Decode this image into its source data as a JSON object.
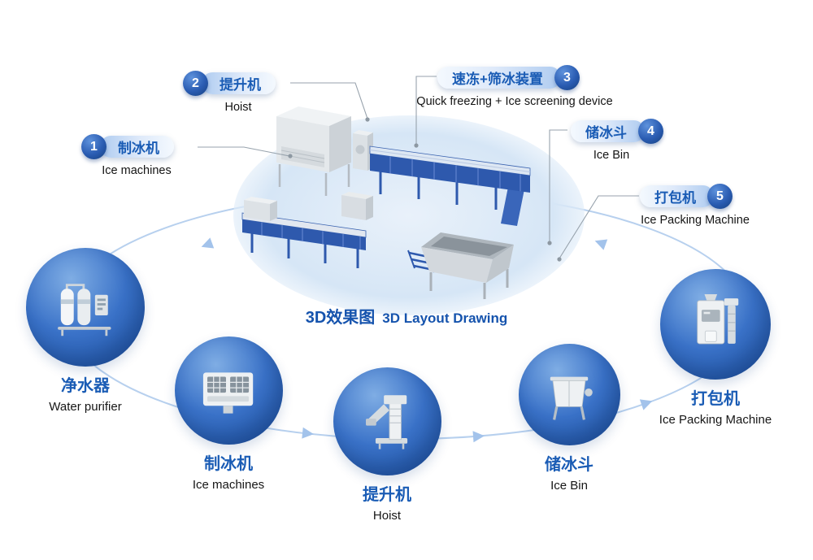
{
  "diagram": {
    "title_zh": "3D效果图",
    "title_en": "3D Layout Drawing"
  },
  "callouts": [
    {
      "num": "1",
      "zh": "制冰机",
      "en": "Ice machines"
    },
    {
      "num": "2",
      "zh": "提升机",
      "en": "Hoist"
    },
    {
      "num": "3",
      "zh": "速冻+筛冰装置",
      "en": "Quick freezing + Ice screening device"
    },
    {
      "num": "4",
      "zh": "储冰斗",
      "en": "Ice Bin"
    },
    {
      "num": "5",
      "zh": "打包机",
      "en": "Ice Packing Machine"
    }
  ],
  "stations": [
    {
      "zh": "净水器",
      "en": "Water purifier",
      "icon": "water-purifier-icon"
    },
    {
      "zh": "制冰机",
      "en": "Ice machines",
      "icon": "ice-machine-icon"
    },
    {
      "zh": "提升机",
      "en": "Hoist",
      "icon": "hoist-icon"
    },
    {
      "zh": "储冰斗",
      "en": "Ice Bin",
      "icon": "ice-bin-icon"
    },
    {
      "zh": "打包机",
      "en": "Ice Packing Machine",
      "icon": "packing-machine-icon"
    }
  ],
  "colors": {
    "accent_blue": "#1a5cb5",
    "badge_blue": "#16407e",
    "pill_light_blue": "#aecbf0",
    "station_circle_blue": "#2f6bc4",
    "flow_arrow_blue": "#a3c3eb",
    "conveyor_blue": "#2e59ad",
    "machine_gray": "#e4e8eb",
    "english_text": "#141414"
  }
}
